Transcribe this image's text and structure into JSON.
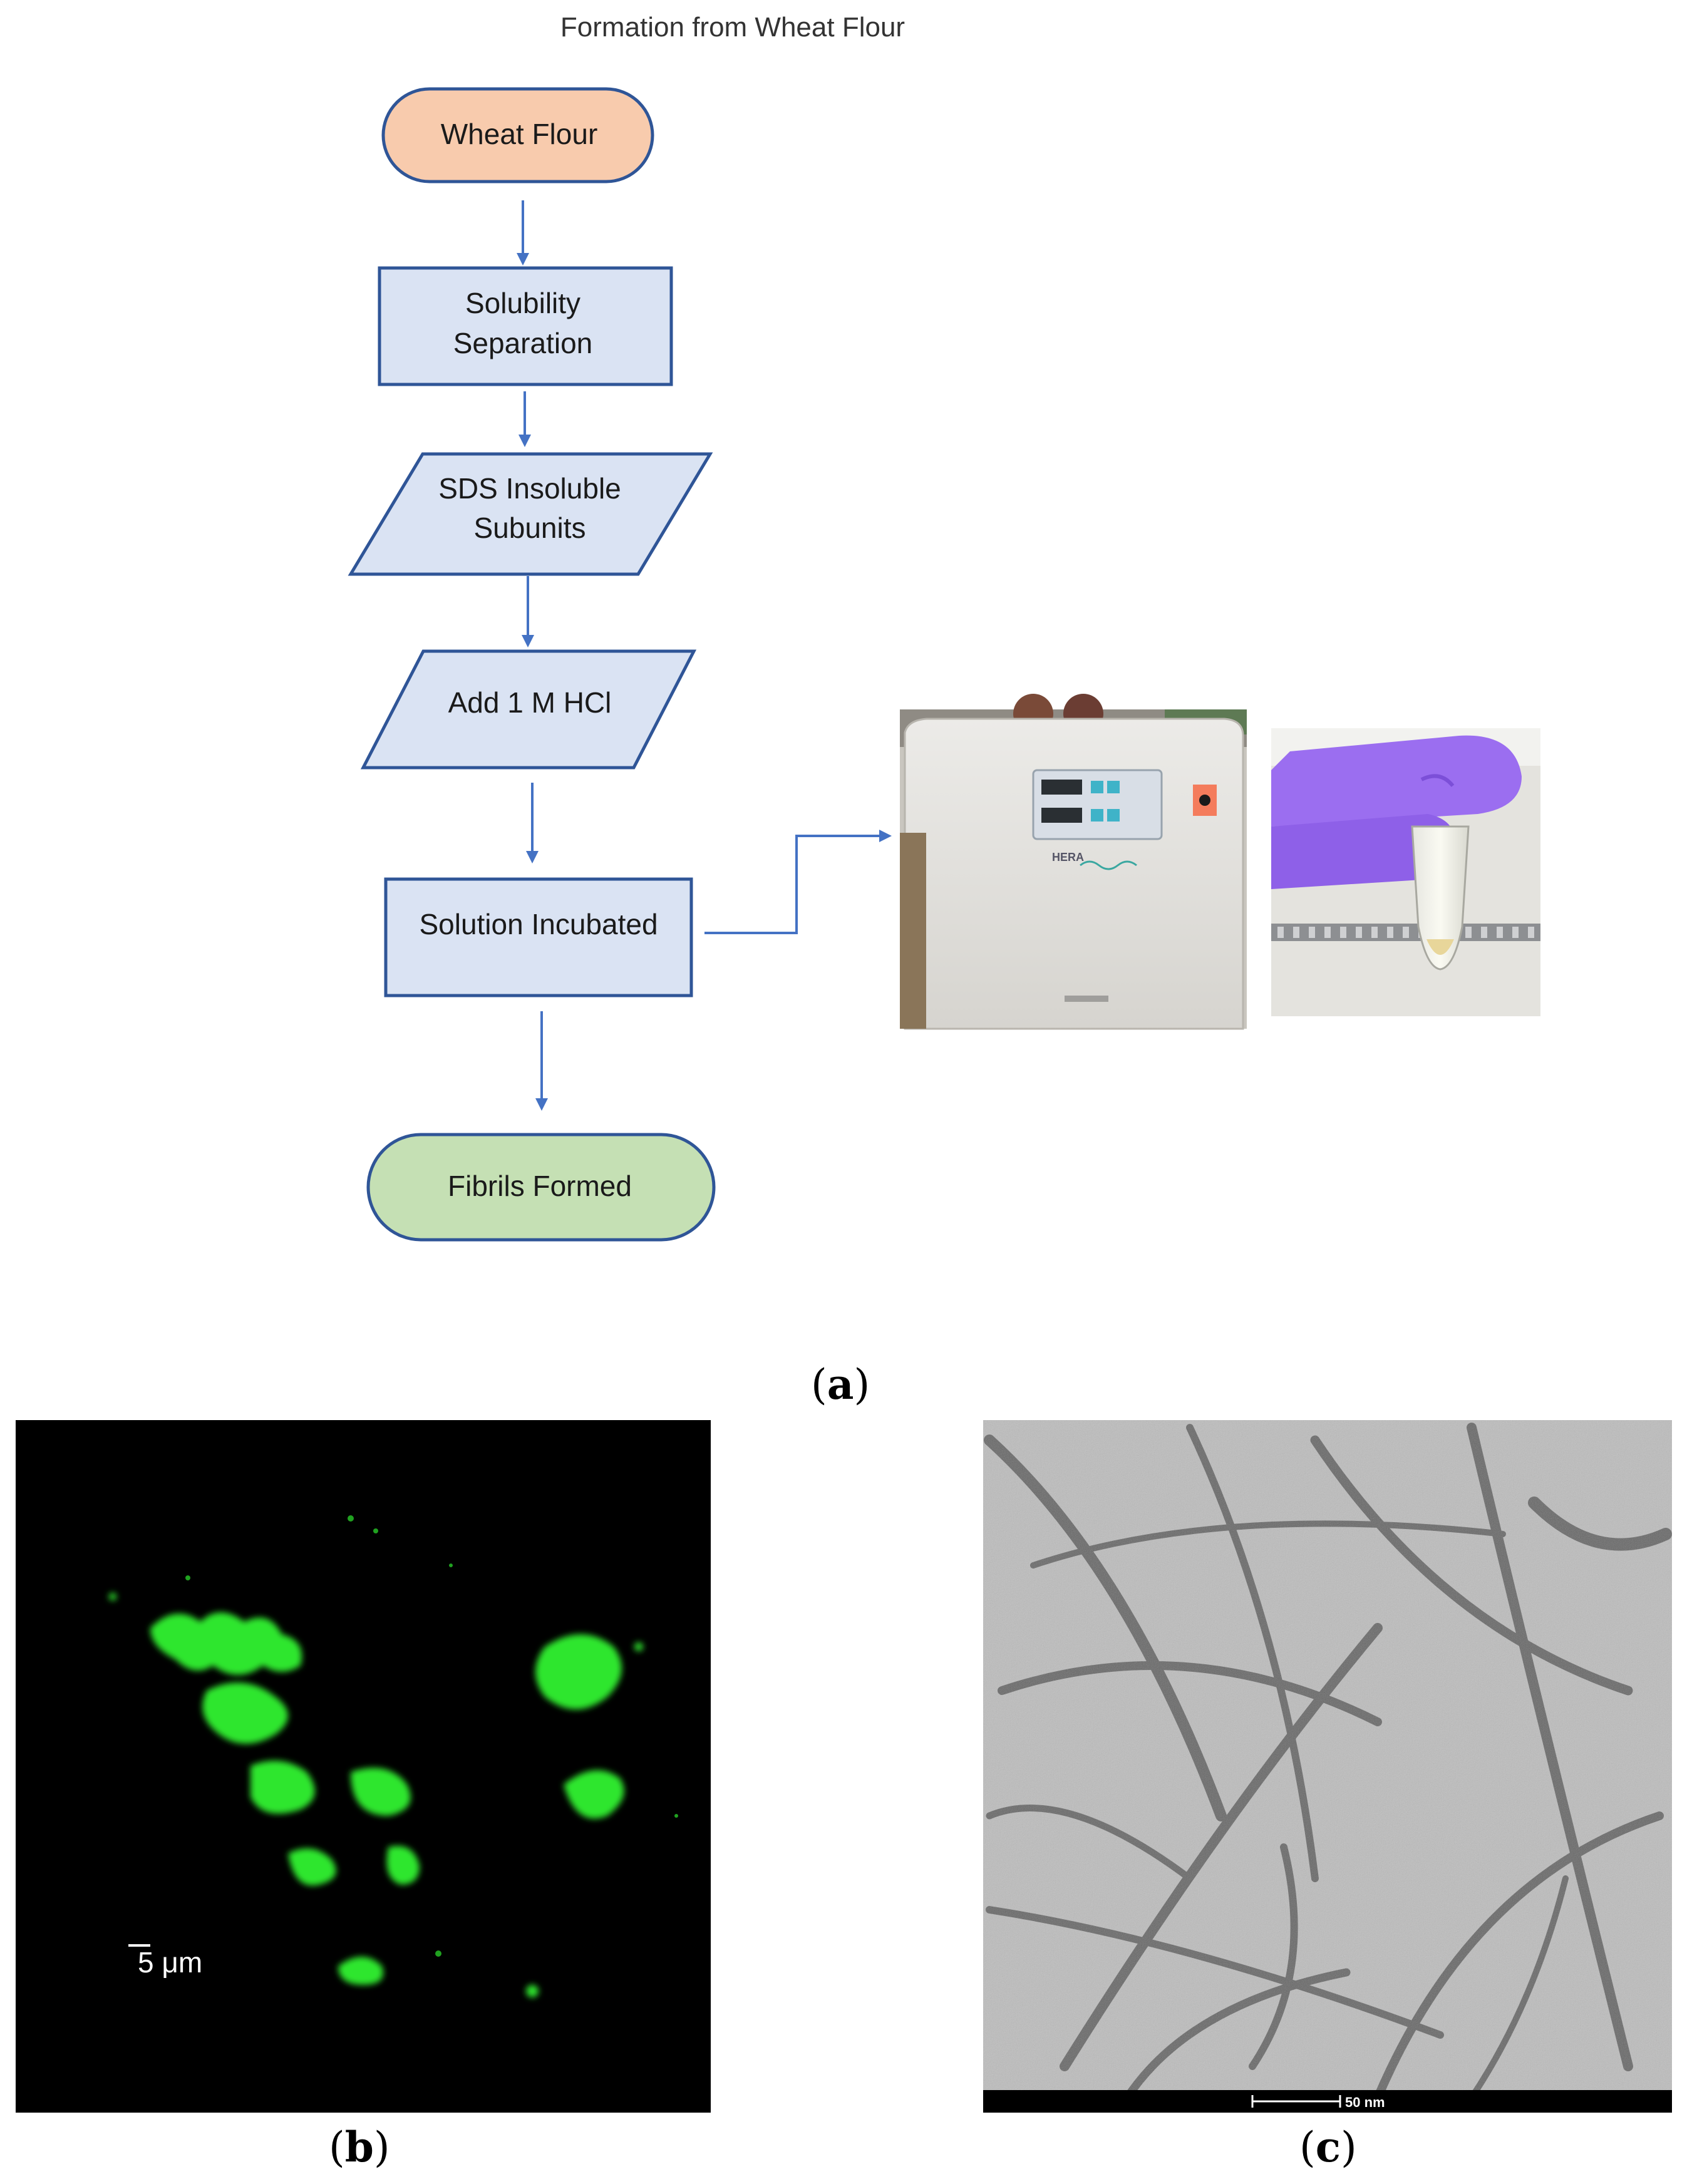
{
  "flowchart": {
    "title": "Formation from Wheat Flour",
    "nodes": [
      {
        "id": "wheat_flour",
        "label_lines": [
          "Wheat Flour"
        ],
        "shape": "terminator",
        "fill": "#f8cbad"
      },
      {
        "id": "solubility",
        "label_lines": [
          "Solubility",
          "Separation"
        ],
        "shape": "process",
        "fill": "#dae3f3"
      },
      {
        "id": "sds",
        "label_lines": [
          "SDS Insoluble",
          "Subunits"
        ],
        "shape": "data",
        "fill": "#dae3f3"
      },
      {
        "id": "hcl",
        "label_lines": [
          "Add 1 M HCl"
        ],
        "shape": "data",
        "fill": "#dae3f3"
      },
      {
        "id": "incubated",
        "label_lines": [
          "Solution Incubated"
        ],
        "shape": "process",
        "fill": "#dae3f3"
      },
      {
        "id": "fibrils",
        "label_lines": [
          "Fibrils Formed"
        ],
        "shape": "terminator",
        "fill": "#c5e0b4"
      }
    ],
    "edges": [
      {
        "from": "wheat_flour",
        "to": "solubility"
      },
      {
        "from": "solubility",
        "to": "sds"
      },
      {
        "from": "sds",
        "to": "hcl"
      },
      {
        "from": "hcl",
        "to": "incubated"
      },
      {
        "from": "incubated",
        "to": "fibrils"
      },
      {
        "from": "incubated",
        "to": "incubator_photo"
      }
    ],
    "colors": {
      "arrow": "#4472c4",
      "border": "#2f5597",
      "text": "#1a1a1a"
    }
  },
  "photos": {
    "incubator": {
      "brand_text": "HERA"
    },
    "tube": {
      "glove_color": "#9b6ef0"
    }
  },
  "panel_b": {
    "scale_bar_label": "5 μm",
    "fluorescence_color": "#2ee62e"
  },
  "panel_c": {
    "scale_bar_label": "50 nm"
  },
  "panel_labels": {
    "a": "a",
    "b": "b",
    "c": "c"
  }
}
